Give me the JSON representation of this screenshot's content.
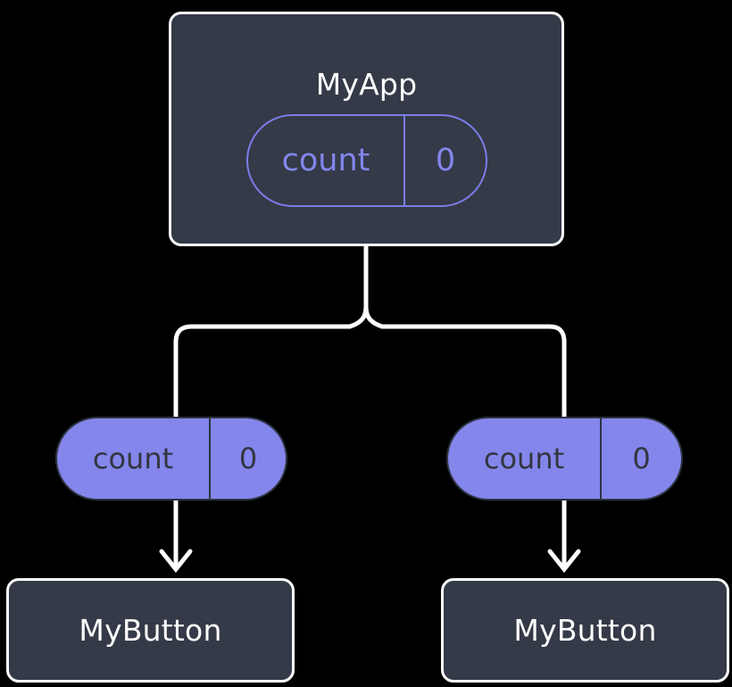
{
  "diagram": {
    "type": "component-tree",
    "background_color": "#000000",
    "title_text_color": "#ffffff",
    "accent_color": "#8486ec",
    "node_fill": "#343a48",
    "node_border": "#ffffff",
    "connector_color": "#ffffff",
    "root": {
      "name": "myapp",
      "label": "MyApp",
      "state_pill": {
        "key": "count",
        "value": "0",
        "style": "outlined",
        "stroke_color": "#7b7de8",
        "text_color": "#8486ec"
      }
    },
    "children": [
      {
        "name": "mybutton-left",
        "label": "MyButton",
        "prop_pill": {
          "key": "count",
          "value": "0",
          "style": "filled",
          "fill_color": "#8486ec",
          "text_color": "#33363f"
        }
      },
      {
        "name": "mybutton-right",
        "label": "MyButton",
        "prop_pill": {
          "key": "count",
          "value": "0",
          "style": "filled",
          "fill_color": "#8486ec",
          "text_color": "#33363f"
        }
      }
    ],
    "edges": [
      {
        "name": "root-to-branch",
        "from": "myapp",
        "to": "fork",
        "style": "rounded-fork",
        "arrow": false
      },
      {
        "name": "left-pill-to-mybutton",
        "from": "left-pill",
        "to": "mybutton-left",
        "style": "straight",
        "arrow": true
      },
      {
        "name": "right-pill-to-mybutton",
        "from": "right-pill",
        "to": "mybutton-right",
        "style": "straight",
        "arrow": true
      }
    ]
  }
}
